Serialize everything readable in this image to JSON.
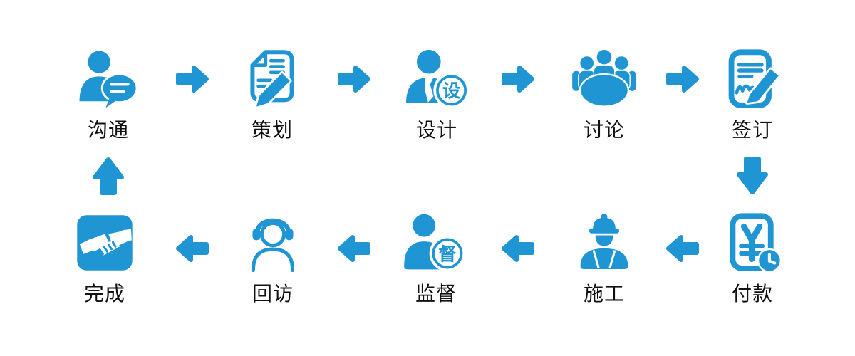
{
  "colors": {
    "primary": "#2095D3",
    "text": "#111111",
    "background": "#FFFFFF"
  },
  "flow": {
    "top_row": [
      {
        "label": "沟通",
        "icon": "person-chat"
      },
      {
        "label": "策划",
        "icon": "document-pencil"
      },
      {
        "label": "设计",
        "icon": "designer-person",
        "badge": "设"
      },
      {
        "label": "讨论",
        "icon": "meeting-table"
      },
      {
        "label": "签订",
        "icon": "contract-signing"
      }
    ],
    "bottom_row_left_to_right": [
      {
        "label": "完成",
        "icon": "handshake"
      },
      {
        "label": "回访",
        "icon": "headset-person"
      },
      {
        "label": "监督",
        "icon": "supervisor-person",
        "badge": "督"
      },
      {
        "label": "施工",
        "icon": "construction-worker"
      },
      {
        "label": "付款",
        "icon": "payment-clock"
      }
    ],
    "sequence": [
      "沟通",
      "策划",
      "设计",
      "讨论",
      "签订",
      "付款",
      "施工",
      "监督",
      "回访",
      "完成"
    ],
    "connectors": {
      "top_row_arrow_direction": "right",
      "bottom_row_arrow_direction": "left",
      "right_edge_connector": "down",
      "left_edge_connector": "up"
    }
  }
}
